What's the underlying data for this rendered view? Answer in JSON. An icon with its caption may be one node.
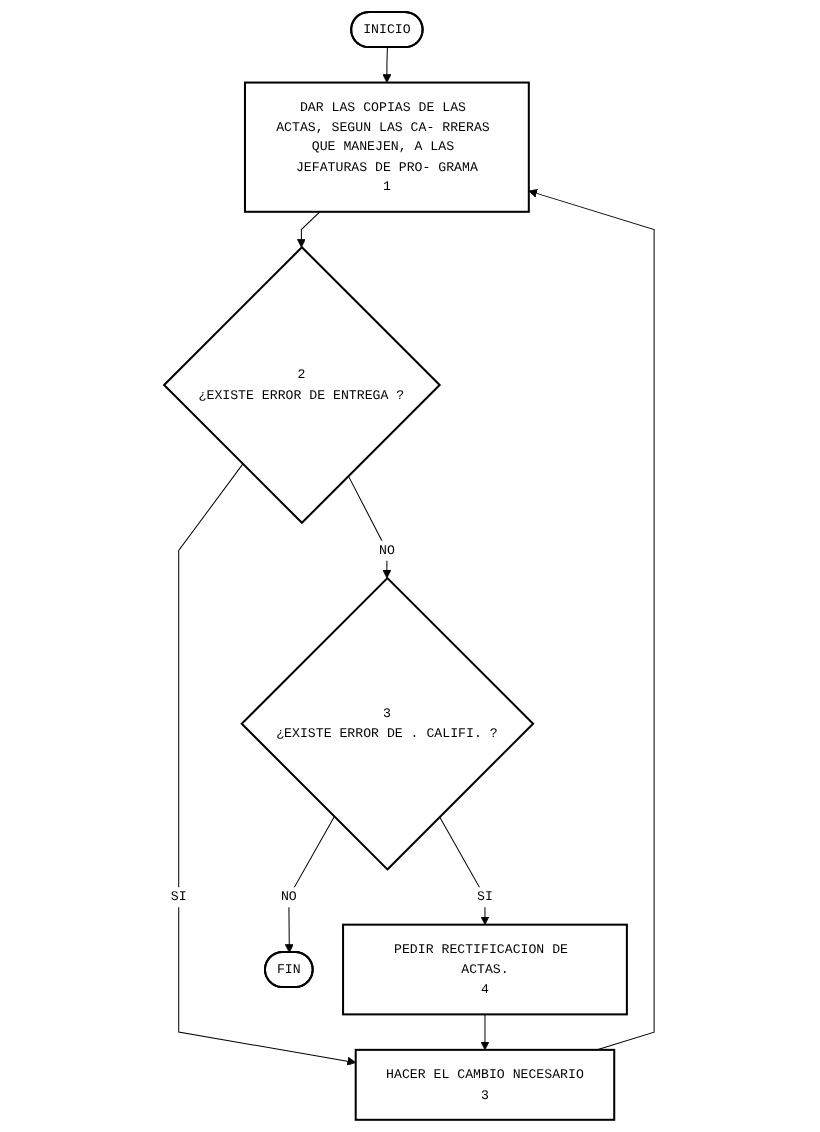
{
  "diagram": {
    "nodes": [
      {
        "text": [
          "INICIO"
        ]
      },
      {
        "text": [
          "DAR LAS COPIAS DE LAS ACTAS, SEGUN LAS CA- RRERAS QUE MANEJEN, A LAS JEFATURAS DE PRO- GRAMA",
          "1"
        ]
      },
      {
        "text": [
          "2",
          "¿EXISTE ERROR DE ENTREGA ?"
        ]
      },
      {
        "text": [
          "HACER EL CAMBIO NECESARIO",
          "3"
        ]
      },
      {
        "text": [
          "3",
          "¿EXISTE ERROR DE . CALIFI. ?"
        ]
      },
      {
        "text": [
          "PEDIR RECTIFICACION DE ACTAS.",
          "4"
        ]
      },
      {
        "text": [
          "FIN"
        ]
      }
    ],
    "edges": [
      {
        "from": 0,
        "to": 1,
        "arrow": "to"
      },
      {
        "from": 1,
        "to": 2,
        "arrow": "to"
      },
      {
        "from": 2,
        "to": 3,
        "label": "SI",
        "arrow": "to"
      },
      {
        "from": 3,
        "to": 1,
        "arrow": "to"
      },
      {
        "from": 2,
        "to": 4,
        "label": "NO",
        "arrow": "to"
      },
      {
        "from": 4,
        "to": 5,
        "label": "SI",
        "arrow": "to"
      },
      {
        "from": 5,
        "to": 3,
        "arrow": "to"
      },
      {
        "from": 4,
        "to": 6,
        "label": "NO",
        "arrow": "to"
      }
    ]
  }
}
